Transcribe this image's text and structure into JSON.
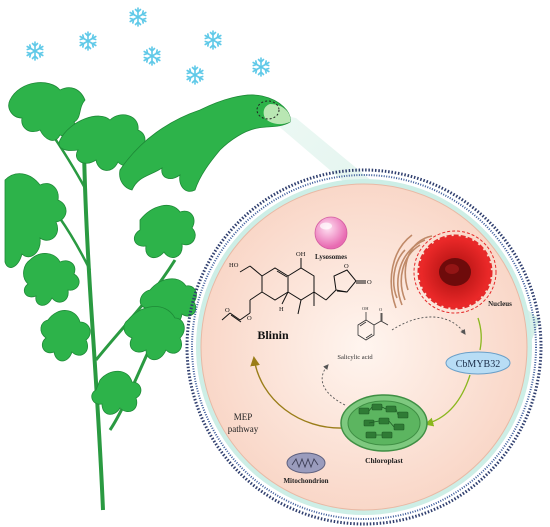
{
  "labels": {
    "lysosomes": "Lysosomes",
    "nucleus": "Nucleus",
    "blinin": "Blinin",
    "salicylic_acid": "Salicylic acid",
    "cbmyb32": "CbMYB32",
    "mep_line1": "MEP",
    "mep_line2": "pathway",
    "chloroplast": "Chloroplast",
    "mitochondrion": "Mitochondrion"
  },
  "structure_atoms": {
    "ho": "HO",
    "oh": "OH",
    "h": "H",
    "o_ester": "O",
    "o_acetyl": "O",
    "o_ring": "O",
    "o_carbonyl": "O",
    "o_acid": "O",
    "oh_acid": "OH"
  },
  "colors": {
    "plant_green": "#2db34a",
    "plant_dark": "#1e8a37",
    "snow": "#5fc9e8",
    "cell_fill": "#fde8dd",
    "cell_border": "#2f3e6e",
    "lysosome": "#f28fc4",
    "nucleus_red": "#e02020",
    "chloroplast": "#4faa53",
    "mitochondrion": "#8e8fae",
    "cbmyb32_fill": "#b8ddf5",
    "arrow_olive": "#9a7d18",
    "arrow_green": "#8ab71e",
    "zoom_cone": "#d4efe8"
  }
}
